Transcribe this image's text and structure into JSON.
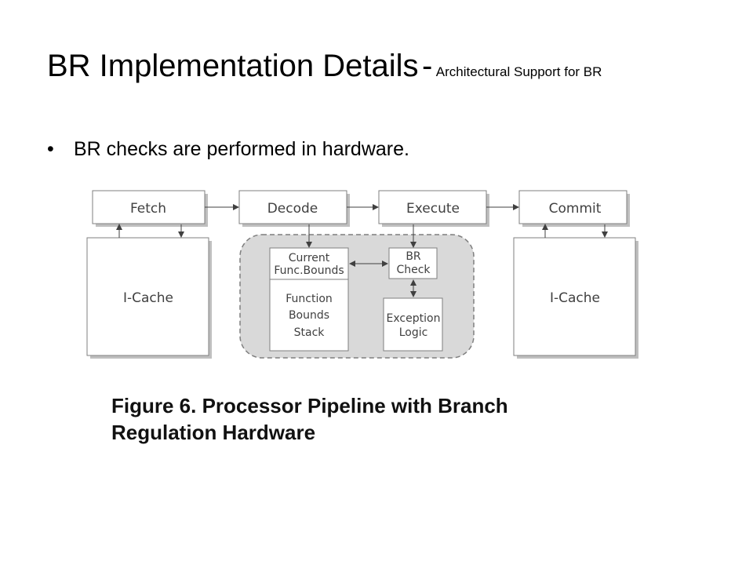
{
  "slide": {
    "title": "BR Implementation Details",
    "title_separator": "-",
    "subtitle": "Architectural Support for BR",
    "bullet": "BR checks are performed in hardware."
  },
  "figure": {
    "stages": [
      "Fetch",
      "Decode",
      "Execute",
      "Commit"
    ],
    "left_cache": "I-Cache",
    "right_cache": "I-Cache",
    "current_bounds": [
      "Current",
      "Func.Bounds"
    ],
    "bounds_stack": [
      "Function",
      "Bounds",
      "Stack"
    ],
    "br_check": [
      "BR",
      "Check"
    ],
    "exception_logic": [
      "Exception",
      "Logic"
    ],
    "caption_line1": "Figure 6. Processor Pipeline with Branch",
    "caption_line2": "Regulation Hardware",
    "colors": {
      "shade": "#d9d9d9",
      "stroke": "#7f7f7f",
      "text": "#404040"
    }
  }
}
